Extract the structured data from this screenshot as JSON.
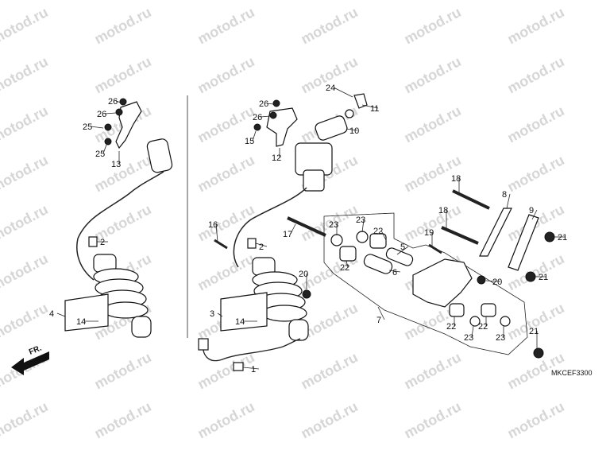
{
  "watermark": {
    "text": "motod.ru"
  },
  "diagram": {
    "code": "MKCEF3300",
    "direction_label": "FR.",
    "callouts": {
      "c_26a": "26",
      "c_26b": "26",
      "c_25a": "25",
      "c_25b": "25",
      "c_13": "13",
      "c_2a": "2",
      "c_4": "4",
      "c_14a": "14",
      "c_26c": "26",
      "c_26d": "26",
      "c_15": "15",
      "c_12": "12",
      "c_24": "24",
      "c_11": "11",
      "c_10": "10",
      "c_16": "16",
      "c_2b": "2",
      "c_17": "17",
      "c_20a": "20",
      "c_3": "3",
      "c_14b": "14",
      "c_1": "1",
      "c_23a": "23",
      "c_23b": "23",
      "c_22a": "22",
      "c_22b": "22",
      "c_5": "5",
      "c_6": "6",
      "c_7": "7",
      "c_18a": "18",
      "c_18b": "18",
      "c_19": "19",
      "c_8": "8",
      "c_9": "9",
      "c_21a": "21",
      "c_21b": "21",
      "c_20b": "20",
      "c_22c": "22",
      "c_22d": "22",
      "c_23c": "23",
      "c_23d": "23",
      "c_21c": "21"
    }
  }
}
